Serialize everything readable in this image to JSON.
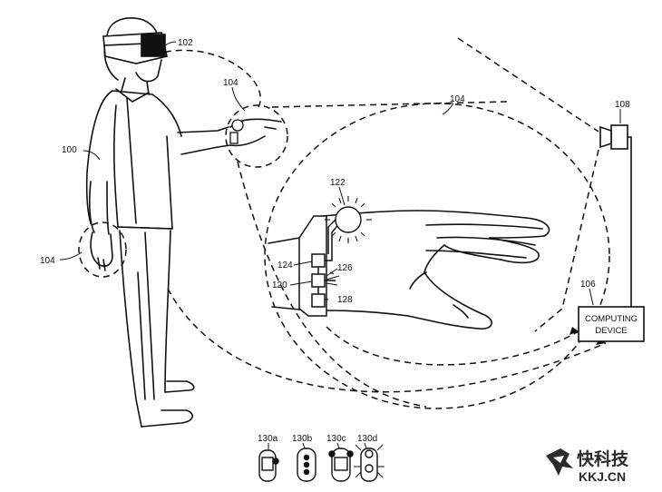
{
  "labels": {
    "hmd": "102",
    "user": "100",
    "hand_left": "104",
    "hand_right": "104",
    "hand_detail": "104",
    "camera": "108",
    "computing": "106",
    "light": "122",
    "c124": "124",
    "c126": "126",
    "c120": "120",
    "c128": "128",
    "w130a": "130a",
    "w130b": "130b",
    "w130c": "130c",
    "w130d": "130d"
  },
  "computing_box": {
    "line1": "COMPUTING",
    "line2": "DEVICE"
  },
  "watermark": {
    "chinese": "快科技",
    "domain": "KKJ.CN"
  },
  "colors": {
    "ink": "#111111",
    "background": "#ffffff",
    "watermark": "#2b2b2b"
  }
}
